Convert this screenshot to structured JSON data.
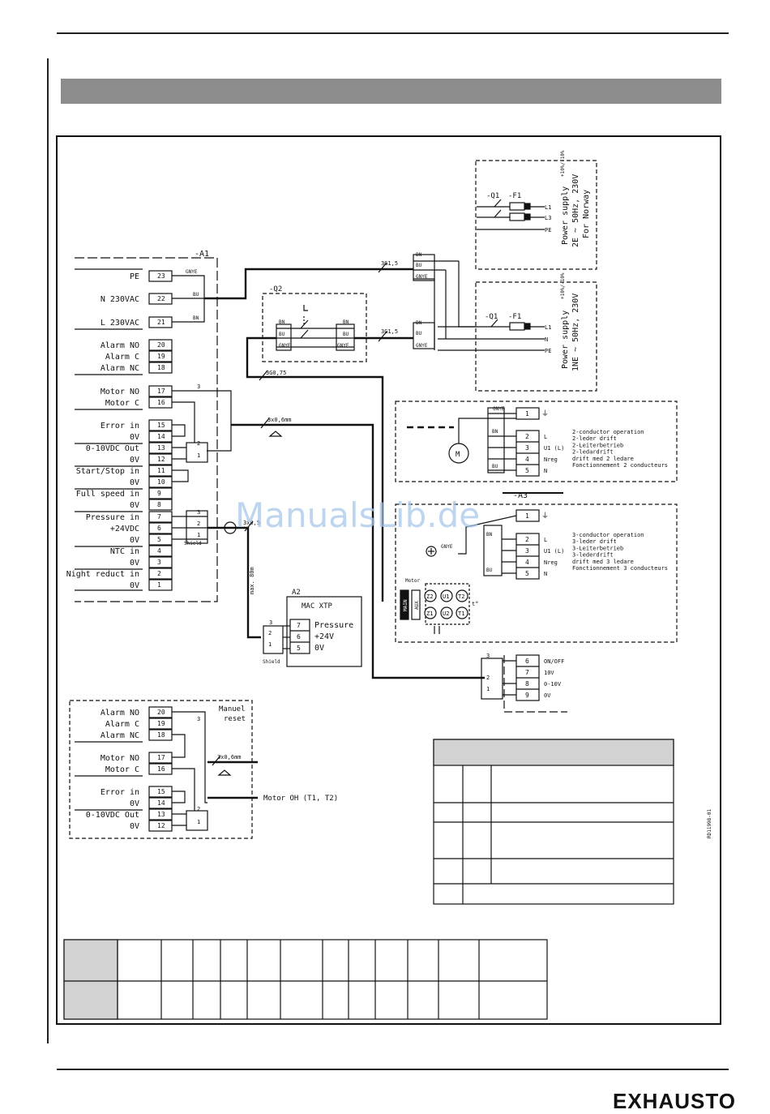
{
  "brand": "EXHAUSTO",
  "watermark": "ManualsLib.de",
  "doc_ref": "RD11998-01",
  "supply_2e": {
    "lines": [
      "Power supply",
      "2E ~ 50Hz, 230V",
      "For Norway"
    ],
    "tol": "+10%/-10%",
    "q": "-Q1",
    "f": "-F1",
    "terms": [
      "L1",
      "L3",
      "PE"
    ]
  },
  "supply_1ne": {
    "lines": [
      "Power supply",
      "1NE ~ 50Hz, 230V"
    ],
    "tol": "+10%/-10%",
    "q": "-Q1",
    "f": "-F1",
    "terms": [
      "L1",
      "N",
      "PE"
    ]
  },
  "a1": {
    "label": "-A1",
    "terminals": [
      {
        "label": "PE",
        "num": "23"
      },
      {
        "label": "N 230VAC",
        "num": "22"
      },
      {
        "label": "L 230VAC",
        "num": "21"
      },
      {
        "label": "Alarm NO",
        "num": "20"
      },
      {
        "label": "Alarm C",
        "num": "19"
      },
      {
        "label": "Alarm NC",
        "num": "18"
      },
      {
        "label": "Motor NO",
        "num": "17"
      },
      {
        "label": "Motor C",
        "num": "16"
      },
      {
        "label": "Error in",
        "num": "15"
      },
      {
        "label": "0V",
        "num": "14"
      },
      {
        "label": "0-10VDC Out",
        "num": "13"
      },
      {
        "label": "0V",
        "num": "12"
      },
      {
        "label": "Start/Stop in",
        "num": "11"
      },
      {
        "label": "0V",
        "num": "10"
      },
      {
        "label": "Full speed in",
        "num": "9"
      },
      {
        "label": "0V",
        "num": "8"
      },
      {
        "label": "Pressure in",
        "num": "7"
      },
      {
        "label": "+24VDC",
        "num": "6"
      },
      {
        "label": "0V",
        "num": "5"
      },
      {
        "label": "NTC in",
        "num": "4"
      },
      {
        "label": "0V",
        "num": "3"
      },
      {
        "label": "Night reduct in",
        "num": "2"
      },
      {
        "label": "0V",
        "num": "1"
      }
    ],
    "wire_colors": [
      "GNYE",
      "BU",
      "BN"
    ]
  },
  "q2": {
    "label": "-Q2",
    "left": [
      "BN",
      "BU",
      "GNYE"
    ],
    "right": [
      "BN",
      "BU",
      "GNYE"
    ]
  },
  "cables": {
    "c1": "3G1,5",
    "c2": "3G1,5",
    "c3": "3G0,75",
    "c4": "3x0,6mm",
    "c5": "3x0,5",
    "c6": "3x0,6mm",
    "max": "max. 80m"
  },
  "upper_block": {
    "colors": [
      "BN",
      "BU",
      "GNYE"
    ],
    "colors2": [
      "BN",
      "BU",
      "GNYE"
    ]
  },
  "a2": {
    "label": "A2",
    "title": "MAC XTP",
    "terms": [
      {
        "num": "7",
        "label": "Pressure"
      },
      {
        "num": "6",
        "label": "+24V"
      },
      {
        "num": "5",
        "label": "0V"
      }
    ],
    "cable_nums": [
      "3",
      "2",
      "1"
    ],
    "shield": "Shield"
  },
  "motor2": {
    "gnye": "GNYE",
    "bn": "BN",
    "bu": "BU",
    "motor": "M",
    "terms": [
      {
        "num": "1",
        "label": "⏚"
      },
      {
        "num": "2",
        "label": "L"
      },
      {
        "num": "3",
        "label": "U1 (L)"
      },
      {
        "num": "4",
        "label": "Nreg"
      },
      {
        "num": "5",
        "label": "N"
      }
    ],
    "desc": [
      "2-conductor operation",
      "2-leder drift",
      "2-Leiterbetrieb",
      "2-ledardrift",
      "drift med 2 ledare",
      "Fonctionnement 2 conducteurs"
    ]
  },
  "motor3": {
    "label": "-A3",
    "gnye": "GNYE",
    "bn": "BN",
    "bu": "BU",
    "motor": "Motor",
    "main": "MAIN",
    "aux": "AUX",
    "nodes": [
      "Z2",
      "U1",
      "T2",
      "Z1",
      "U2",
      "T1"
    ],
    "t": "t°",
    "terms": [
      {
        "num": "1",
        "label": "⏚"
      },
      {
        "num": "2",
        "label": "L"
      },
      {
        "num": "3",
        "label": "U1 (L)"
      },
      {
        "num": "4",
        "label": "Nreg"
      },
      {
        "num": "5",
        "label": "N"
      }
    ],
    "desc": [
      "3-conductor operation",
      "3-leder drift",
      "3-Leiterbetrieb",
      "3-lederdrift",
      "drift med 3 ledare",
      "Fonctionnement 3 conducteurs"
    ]
  },
  "ctrl": {
    "terms": [
      {
        "num": "6",
        "label": "ON/OFF"
      },
      {
        "num": "7",
        "label": "10V"
      },
      {
        "num": "8",
        "label": "0-10V"
      },
      {
        "num": "9",
        "label": "0V"
      }
    ],
    "cable_nums": [
      "3",
      "2",
      "1"
    ]
  },
  "alt": {
    "manuel": [
      "Manuel",
      "reset"
    ],
    "terminals": [
      {
        "label": "Alarm NO",
        "num": "20"
      },
      {
        "label": "Alarm C",
        "num": "19"
      },
      {
        "label": "Alarm NC",
        "num": "18"
      },
      {
        "label": "Motor NO",
        "num": "17"
      },
      {
        "label": "Motor C",
        "num": "16"
      },
      {
        "label": "Error in",
        "num": "15"
      },
      {
        "label": "0V",
        "num": "14"
      },
      {
        "label": "0-10VDC Out",
        "num": "13"
      },
      {
        "label": "0V",
        "num": "12"
      }
    ],
    "motor_oh": "Motor OH (T1, T2)",
    "cable_nums": [
      "3",
      "2",
      "1"
    ]
  }
}
